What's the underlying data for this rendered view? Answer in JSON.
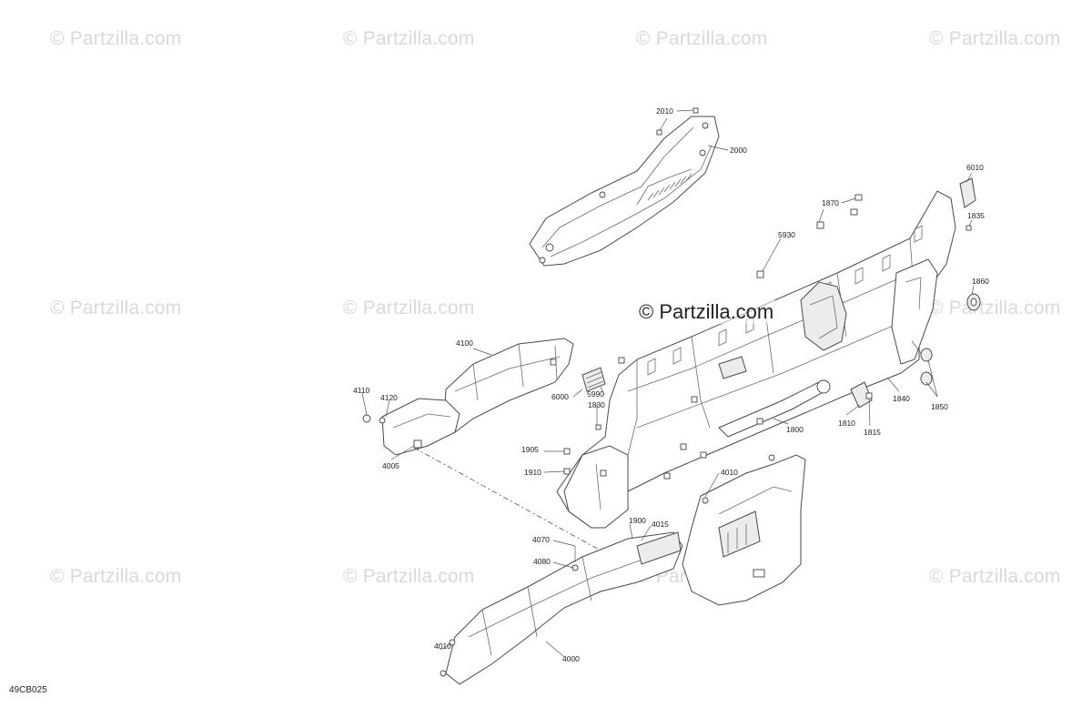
{
  "watermark_text": "© Partzilla.com",
  "center_watermark_text": "© Partzilla.com",
  "diagram_id": "49CB025",
  "callouts": {
    "c2010a": "2010",
    "c2000": "2000",
    "c6010": "6010",
    "c1870": "1870",
    "c1835": "1835",
    "c5930": "5930",
    "c1860": "1860",
    "c4100": "4100",
    "c5990": "5990",
    "c6000": "6000",
    "c1830": "1830",
    "c1840": "1840",
    "c1850": "1850",
    "c4110": "4110",
    "c4120": "4120",
    "c1800": "1800",
    "c1810": "1810",
    "c1815": "1815",
    "c4005": "4005",
    "c1905": "1905",
    "c1910": "1910",
    "c4010a": "4010",
    "c1900": "1900",
    "c4015": "4015",
    "c4070": "4070",
    "c4080": "4080",
    "c4010b": "4010",
    "c4000": "4000"
  }
}
